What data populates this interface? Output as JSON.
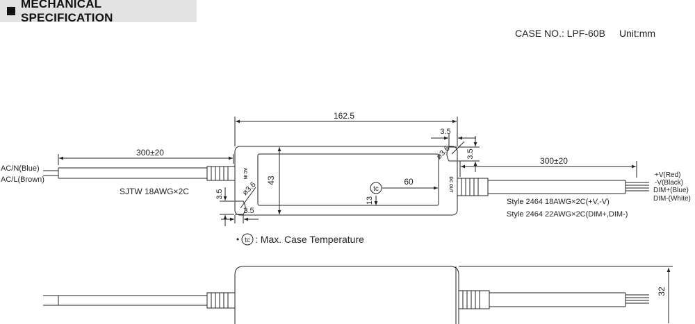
{
  "header": {
    "title": "MECHANICAL SPECIFICATION"
  },
  "case_info": {
    "case_no": "CASE NO.: LPF-60B",
    "unit": "Unit:mm"
  },
  "top_view": {
    "dim_length": "162.5",
    "dim_height": "43",
    "dim_3_5_top": "3.5",
    "dim_3_5_right": "3.5",
    "dim_3_5_left": "3.5",
    "dim_3_5_bottom": "3.5",
    "dim_hole_right": "ø3.6",
    "dim_hole_left": "ø3.6",
    "dim_60": "60",
    "dim_13": "13",
    "tc_symbol": "tc",
    "ac_in_label": "AC IN",
    "dc_out_label": "DC OUT",
    "input_cable": {
      "length": "300±20",
      "wire_n": "AC/N(Blue)",
      "wire_l": "AC/L(Brown)",
      "spec": "SJTW 18AWG×2C"
    },
    "output_cable": {
      "length": "300±20",
      "wires": [
        "+V(Red)",
        "-V(Black)",
        "DIM+(Blue)",
        "DIM-(White)"
      ],
      "spec_1": "Style 2464 18AWG×2C(+V,-V)",
      "spec_2": "Style 2464 22AWG×2C(DIM+,DIM-)"
    }
  },
  "legend": {
    "bullet": "•",
    "tc_symbol": "tc",
    "text": ": Max. Case Temperature"
  },
  "side_view": {
    "dim_height": "32"
  }
}
